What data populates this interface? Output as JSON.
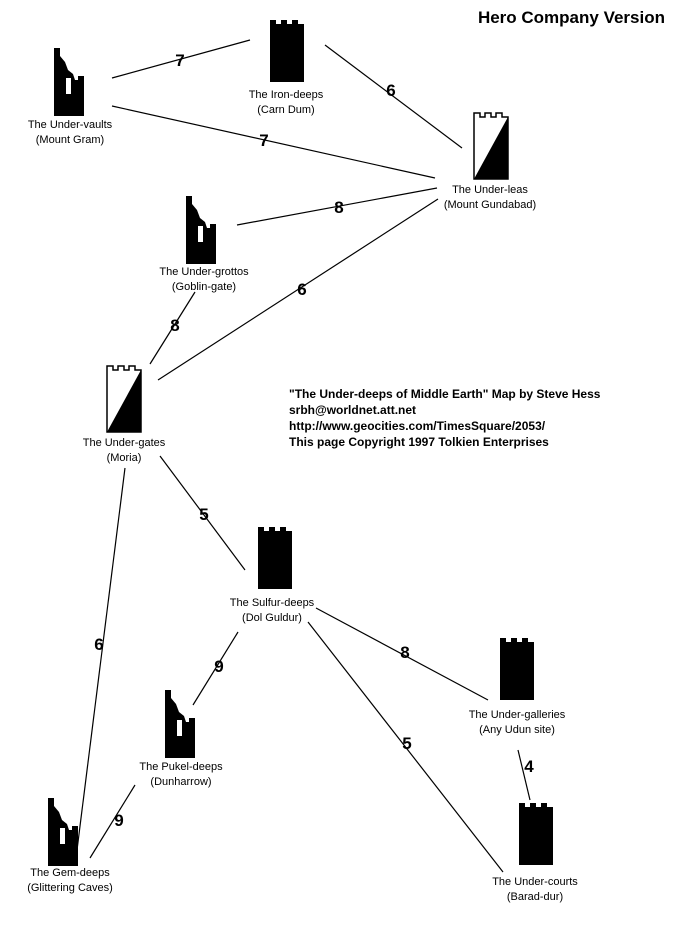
{
  "title": "Hero Company Version",
  "credits": [
    "\"The Under-deeps of Middle Earth\"  Map by Steve Hess",
    "srbh@worldnet.att.net",
    "http://www.geocities.com/TimesSquare/2053/",
    "This page Copyright 1997 Tolkien Enterprises"
  ],
  "sites": {
    "vaults": {
      "name": "The Under-vaults",
      "sub": "(Mount Gram)",
      "icon": "ruined-tower-icon"
    },
    "iron": {
      "name": "The Iron-deeps",
      "sub": "(Carn Dum)",
      "icon": "dark-tower-icon"
    },
    "leas": {
      "name": "The Under-leas",
      "sub": "(Mount Gundabad)",
      "icon": "border-hold-icon"
    },
    "grottos": {
      "name": "The Under-grottos",
      "sub": "(Goblin-gate)",
      "icon": "ruined-tower-icon"
    },
    "gates": {
      "name": "The Under-gates",
      "sub": "(Moria)",
      "icon": "border-hold-icon"
    },
    "sulfur": {
      "name": "The Sulfur-deeps",
      "sub": "(Dol Guldur)",
      "icon": "dark-tower-icon"
    },
    "galleries": {
      "name": "The Under-galleries",
      "sub": "(Any Udun site)",
      "icon": "dark-tower-icon"
    },
    "pukel": {
      "name": "The Pukel-deeps",
      "sub": "(Dunharrow)",
      "icon": "ruined-tower-icon"
    },
    "gem": {
      "name": "The Gem-deeps",
      "sub": "(Glittering Caves)",
      "icon": "ruined-tower-icon"
    },
    "courts": {
      "name": "The Under-courts",
      "sub": "(Barad-dur)",
      "icon": "dark-tower-icon"
    }
  },
  "links": [
    {
      "from": "vaults",
      "to": "iron",
      "distance": "7"
    },
    {
      "from": "iron",
      "to": "leas",
      "distance": "6"
    },
    {
      "from": "vaults",
      "to": "leas",
      "distance": "7"
    },
    {
      "from": "grottos",
      "to": "leas",
      "distance": "8"
    },
    {
      "from": "gates",
      "to": "leas",
      "distance": "6"
    },
    {
      "from": "grottos",
      "to": "gates",
      "distance": "8"
    },
    {
      "from": "gates",
      "to": "sulfur",
      "distance": "5"
    },
    {
      "from": "gates",
      "to": "gem",
      "distance": "6"
    },
    {
      "from": "sulfur",
      "to": "pukel",
      "distance": "9"
    },
    {
      "from": "sulfur",
      "to": "galleries",
      "distance": "8"
    },
    {
      "from": "sulfur",
      "to": "courts",
      "distance": "5"
    },
    {
      "from": "galleries",
      "to": "courts",
      "distance": "4"
    },
    {
      "from": "pukel",
      "to": "gem",
      "distance": "9"
    }
  ]
}
